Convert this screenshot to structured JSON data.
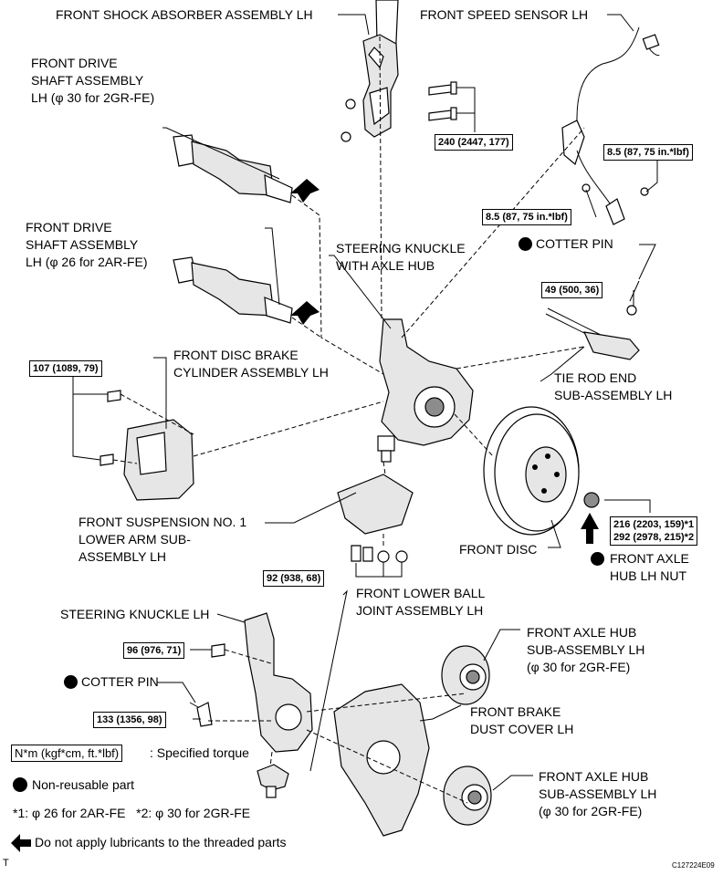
{
  "labels": {
    "shock_absorber": "FRONT SHOCK ABSORBER ASSEMBLY LH",
    "speed_sensor": "FRONT SPEED SENSOR LH",
    "drive_shaft_30": "FRONT DRIVE\nSHAFT ASSEMBLY\nLH (φ 30 for 2GR-FE)",
    "drive_shaft_26": "FRONT DRIVE\nSHAFT ASSEMBLY\nLH (φ 26 for 2AR-FE)",
    "steering_knuckle_hub": "STEERING KNUCKLE\nWITH AXLE HUB",
    "cotter_pin_top": "COTTER PIN",
    "brake_cylinder": "FRONT DISC BRAKE\nCYLINDER ASSEMBLY LH",
    "tie_rod": "TIE ROD END\nSUB-ASSEMBLY LH",
    "lower_arm": "FRONT SUSPENSION NO. 1\nLOWER ARM SUB-\nASSEMBLY LH",
    "front_disc": "FRONT DISC",
    "axle_hub_nut": "FRONT AXLE\nHUB LH NUT",
    "ball_joint": "FRONT LOWER BALL\nJOINT ASSEMBLY LH",
    "steering_knuckle": "STEERING KNUCKLE LH",
    "axle_hub_30_top": "FRONT AXLE HUB\nSUB-ASSEMBLY LH\n(φ 30 for 2GR-FE)",
    "cotter_pin_bottom": "COTTER PIN",
    "dust_cover": "FRONT BRAKE\nDUST COVER LH",
    "axle_hub_30_bottom": "FRONT AXLE HUB\nSUB-ASSEMBLY LH\n(φ 30 for 2GR-FE)"
  },
  "torques": {
    "shock_bolts": "240 (2447, 177)",
    "sensor_upper": "8.5 (87, 75 in.*lbf)",
    "sensor_lower": "8.5 (87, 75 in.*lbf)",
    "tie_rod_nut": "49 (500, 36)",
    "caliper_bolts": "107 (1089, 79)",
    "hub_nut": "216 (2203, 159)*1\n292 (2978, 215)*2",
    "ball_joint_bolts": "92 (938, 68)",
    "knuckle_bolt": "96 (976, 71)",
    "knuckle_nut": "133 (1356, 98)"
  },
  "legend": {
    "torque_unit": "N*m (kgf*cm, ft.*lbf)",
    "torque_desc": ": Specified torque",
    "non_reusable": "Non-reusable part",
    "footnotes": "*1: φ 26 for 2AR-FE   *2: φ 30 for 2GR-FE",
    "lubricant_note": "Do not apply lubricants to the threaded parts"
  },
  "corner_code": "T",
  "figure_id": "C127224E09",
  "colors": {
    "ink": "#000000",
    "shade": "#8c8c8c",
    "light": "#e6e6e6",
    "paper": "#ffffff"
  }
}
